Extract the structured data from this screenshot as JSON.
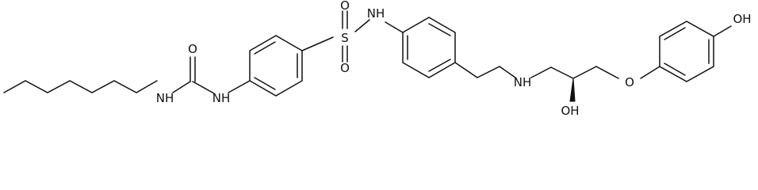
{
  "atoms": {
    "urea_o": "O",
    "urea_nh_left": "NH",
    "urea_nh_right": "NH",
    "sulfonyl_s": "S",
    "sulfonyl_o_top": "O",
    "sulfonyl_o_bottom": "O",
    "sulfonamide_nh": "NH",
    "amine_nh": "NH",
    "hydroxyl_oh": "OH",
    "ether_o": "O",
    "phenol_oh": "OH"
  },
  "colors": {
    "bond": "#111111",
    "background": "#ffffff"
  }
}
